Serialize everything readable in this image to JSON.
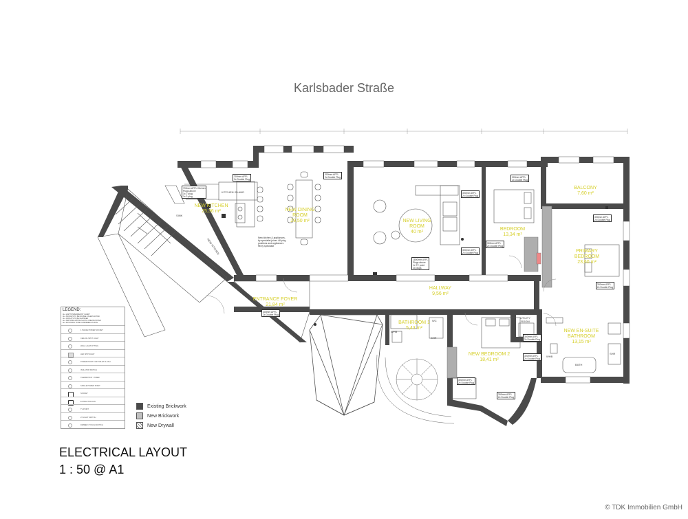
{
  "street_name": "Karlsbader Straße",
  "drawing": {
    "title": "ELECTRICAL LAYOUT",
    "scale": "1 : 50 @ A1"
  },
  "credit": "© TDK Immobilien GmbH",
  "rooms": {
    "new_kitchen": "NEW KITCHEN\n25,36 m²",
    "new_dining_room": "NEW DINING\nROOM\n29,50 m²",
    "new_living_room": "NEW LIVING\nROOM\n40 m²",
    "bedroom": "BEDROOM\n13,34 m²",
    "balcony": "BALCONY\n7,60 m²",
    "primary_bedroom": "PRIMARY\nBEDROOM\n23,60 m²",
    "hallway": "HALLWAY\n9,56 m²",
    "entrance_foyer": "ENTRANCE FOYER\n21,84 m²",
    "bathroom": "BATHROOM 1\n5,43 m²",
    "new_bedroom_2": "NEW BEDROOM 2\n18,41 m²",
    "utility_room": "UTILITY\nROOM",
    "new_ensuite": "NEW EN-SUITE\nBATHROOM\n13,15 m²"
  },
  "furniture_labels": {
    "kitchen_island": "KITCHEN ISLAND",
    "new_kitchen_side": "NEW KITCHEN",
    "sink": "SINK",
    "bath": "BATH",
    "whb": "WHB",
    "shr": "SHR",
    "wc": "WC"
  },
  "notes": {
    "kitchen_spec": "New kitchen & appliances,\nby specialist joiner. All plug\npositions and appliances\nfitt by specialist",
    "double_plug": "300mm AFFL\n2x Double Plug",
    "kitchen_plugs": "700mm AFFL Kitchen\nPlugs above\n1x 2 plug\n1x 3 plug",
    "tv_plugs": "1800mm AFFL\nPlugs above\n1x TV point\n2x plugs"
  },
  "legend": {
    "title": "LEGEND:",
    "notes": "ALL LIGHTS SPECIFIED BY CLIENT\nALL SOCKETS TO BE DOUBLE UNLESS NOTED\nALL CIRCUITS TO BE CERTIFIED\nALL SWITCHES WHITE PLASTIC UNLESS NOTED\nALL POSITIONS TO BE CONFIRMED ON SITE",
    "items": [
      "1 PHASE POWER SOCKET",
      "CEILING SPOT LIGHT",
      "WALL LIGHT FITTING",
      "LED SPOTLIGHT",
      "POWER POINT FOR TOILET FLUSH",
      "ISOLATOR SWITCH",
      "THERMOSTAT / TIMER",
      "SINGLE POWER POINT",
      "SOCKET",
      "EXTRACTOR FAN",
      "TV POINT",
      "2X LIGHT SWITCH",
      "DIMMER / TOUCH SWITCH"
    ]
  },
  "key": {
    "existing": "Existing Brickwork",
    "new_brick": "New Brickwork",
    "new_drywall": "New Drywall",
    "colors": {
      "existing": "#4a4a4a",
      "new_brick": "#c0c0c0",
      "new_drywall": "#ffffff"
    }
  }
}
